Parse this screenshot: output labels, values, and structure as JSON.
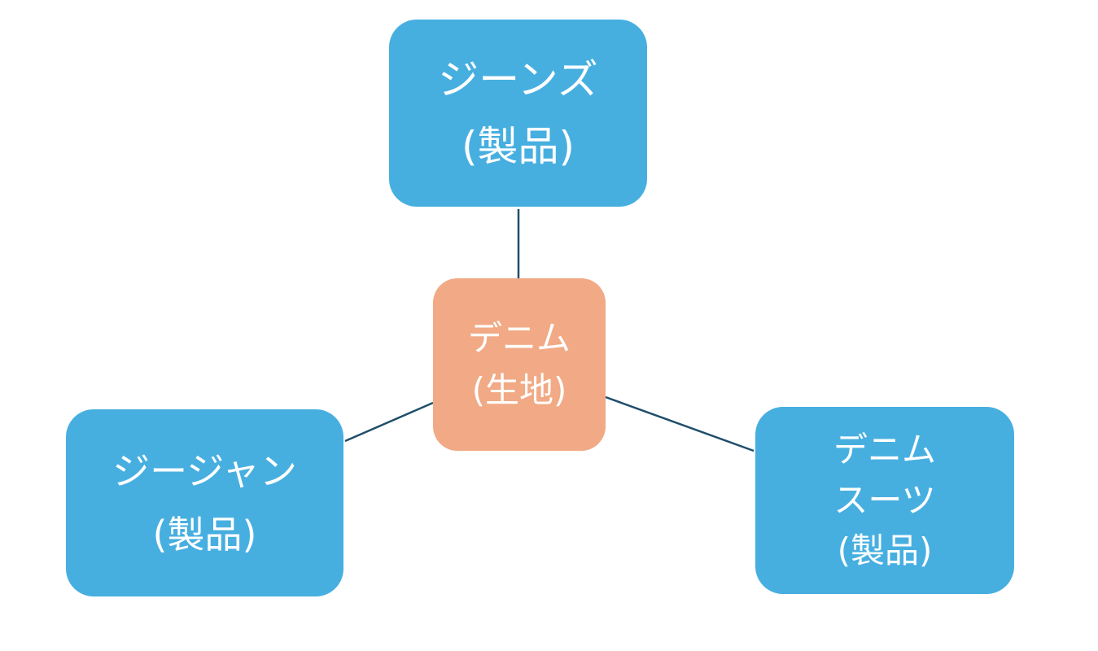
{
  "diagram": {
    "center": {
      "id": "denim",
      "lines": [
        "デニム",
        "(生地)"
      ],
      "color": "#f1aa85"
    },
    "products": [
      {
        "id": "jeans",
        "lines": [
          "ジーンズ",
          "(製品)"
        ]
      },
      {
        "id": "jacket",
        "lines": [
          "ジージャン",
          "(製品)"
        ]
      },
      {
        "id": "suit",
        "lines": [
          "デニム",
          "スーツ",
          "(製品)"
        ]
      }
    ],
    "product_color": "#47afe0",
    "connector_color": "#1f4e6b",
    "connections": [
      {
        "from": "denim",
        "to": "jeans"
      },
      {
        "from": "denim",
        "to": "jacket"
      },
      {
        "from": "denim",
        "to": "suit"
      }
    ]
  }
}
